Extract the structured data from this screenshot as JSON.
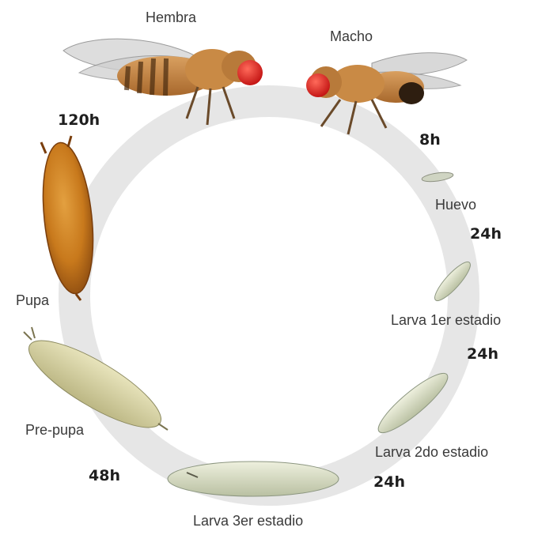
{
  "stages": {
    "hembra": "Hembra",
    "macho": "Macho",
    "huevo": "Huevo",
    "larva1": "Larva 1er estadio",
    "larva2": "Larva 2do estadio",
    "larva3": "Larva 3er estadio",
    "prepupa": "Pre-pupa",
    "pupa": "Pupa"
  },
  "durations": {
    "adult_to_egg": "8h",
    "egg_to_larva1": "24h",
    "larva1_to_larva2": "24h",
    "larva2_to_larva3": "24h",
    "larva3_to_prepupa": "48h",
    "pupa_to_adult": "120h"
  },
  "icons": {
    "female": "female-fly-icon",
    "male": "male-fly-icon",
    "egg": "egg-icon",
    "larva1": "first-instar-larva-icon",
    "larva2": "second-instar-larva-icon",
    "larva3": "third-instar-larva-icon",
    "prepupa": "prepupa-icon",
    "pupa": "pupa-icon"
  },
  "colors": {
    "cycle_ring": "#e6e6e6",
    "fly_body": "#c98a45",
    "fly_eye": "#e02424",
    "pupa": "#c8791c",
    "larva": "#d9dcc8"
  }
}
